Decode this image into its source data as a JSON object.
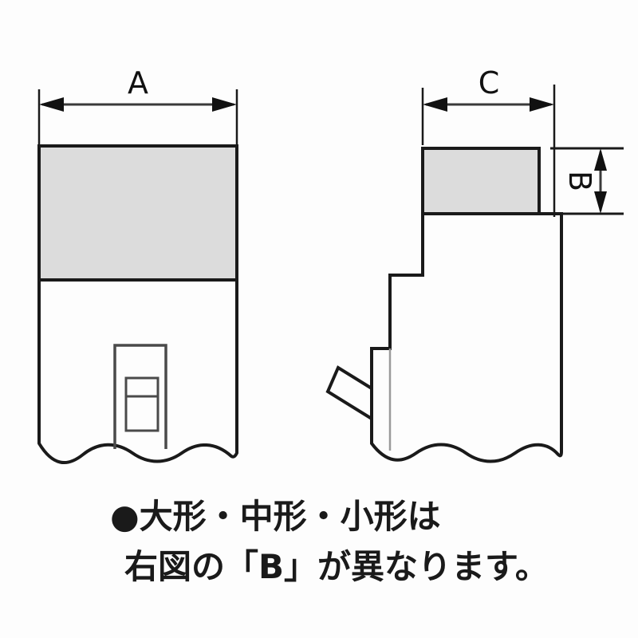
{
  "figure": {
    "title": "",
    "background_color": "#fdfdfd",
    "line_color": "#1a1a1a",
    "shade_color": "#dcdcdc",
    "front_view": {
      "name": "front-view",
      "dimension_label": "A",
      "shaded_band": true
    },
    "side_view": {
      "name": "side-view",
      "width_dimension_label": "C",
      "height_dimension_label": "B",
      "shaded_band": true
    }
  },
  "dimensions": {
    "a": "A",
    "b": "B",
    "c": "C"
  },
  "note": {
    "bullet": "●",
    "line1": "大形・中形・小形は",
    "line2": "右図の「B」が異なります。"
  }
}
